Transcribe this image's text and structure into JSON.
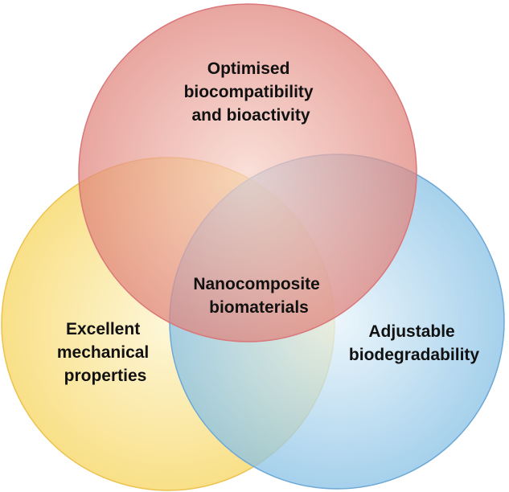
{
  "circles": [
    {
      "id": "top",
      "label_lines": [
        "Optimised",
        "biocompatibility",
        "and bioactivity"
      ],
      "fill_center": "#f7d3c9",
      "fill_edge": "#e0837b",
      "stroke": "#d9777a"
    },
    {
      "id": "left",
      "label_lines": [
        "Excellent",
        "mechanical",
        "properties"
      ],
      "fill_center": "#fdf5cf",
      "fill_edge": "#f7d86a",
      "stroke": "#ecc24f"
    },
    {
      "id": "right",
      "label_lines": [
        "Adjustable",
        "biodegradability"
      ],
      "fill_center": "#e6f3fa",
      "fill_edge": "#88c1e5",
      "stroke": "#6ea9d6"
    }
  ],
  "center_label_lines": [
    "Nanocomposite",
    "biomaterials"
  ]
}
